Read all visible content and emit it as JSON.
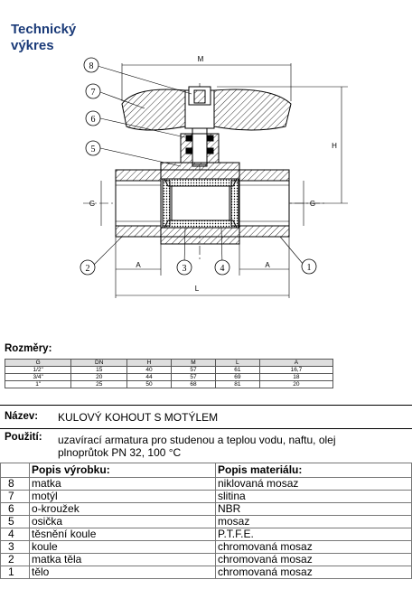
{
  "title": {
    "line1": "Technický",
    "line2": "výkres"
  },
  "drawing": {
    "callouts": [
      "8",
      "7",
      "6",
      "5",
      "2",
      "3",
      "4",
      "1"
    ],
    "dims": {
      "M": "M",
      "H": "H",
      "G_left": "G",
      "G_right": "G",
      "A_left": "A",
      "A_right": "A",
      "L": "L"
    }
  },
  "dimensions": {
    "label": "Rozměry:",
    "headers": [
      "G",
      "DN",
      "H",
      "M",
      "L",
      "A"
    ],
    "rows": [
      [
        "1/2\"",
        "15",
        "40",
        "57",
        "61",
        "16,7"
      ],
      [
        "3/4\"",
        "20",
        "44",
        "57",
        "69",
        "18"
      ],
      [
        "1\"",
        "25",
        "50",
        "68",
        "81",
        "20"
      ]
    ]
  },
  "name": {
    "label": "Název:",
    "value": "KULOVÝ KOHOUT S MOTÝLEM"
  },
  "usage": {
    "label": "Použití:",
    "line1": "uzavírací armatura pro studenou a teplou vodu, naftu, olej",
    "line2": "plnoprůtok PN 32, 100 °C"
  },
  "parts": {
    "header": [
      "",
      "Popis výrobku:",
      "Popis materiálu:"
    ],
    "rows": [
      [
        "8",
        "matka",
        "niklovaná mosaz"
      ],
      [
        "7",
        "motýl",
        "slitina"
      ],
      [
        "6",
        "o-kroužek",
        "NBR"
      ],
      [
        "5",
        "osička",
        "mosaz"
      ],
      [
        "4",
        "těsnění koule",
        "P.T.F.E."
      ],
      [
        "3",
        "koule",
        "chromovaná mosaz"
      ],
      [
        "2",
        "matka těla",
        "chromovaná mosaz"
      ],
      [
        "1",
        "tělo",
        "chromovaná mosaz"
      ]
    ]
  }
}
